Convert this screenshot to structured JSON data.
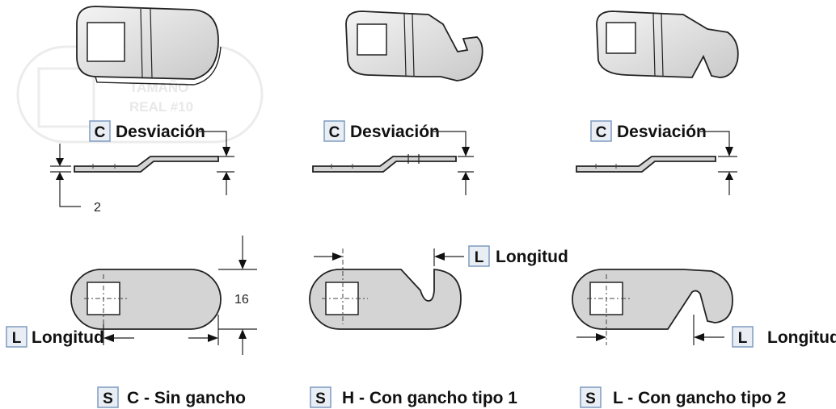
{
  "watermark": {
    "line1": "TAMAÑO",
    "line2": "REAL #10"
  },
  "markers": {
    "c": "C",
    "l": "L",
    "s": "S"
  },
  "offset_label": "Desviación",
  "length_label": "Longitud",
  "dims": {
    "thickness": "2",
    "width": "16"
  },
  "types": [
    {
      "code_label": "C - Sin gancho"
    },
    {
      "code_label": "H - Con gancho tipo 1"
    },
    {
      "code_label": "L - Con gancho tipo 2"
    }
  ]
}
